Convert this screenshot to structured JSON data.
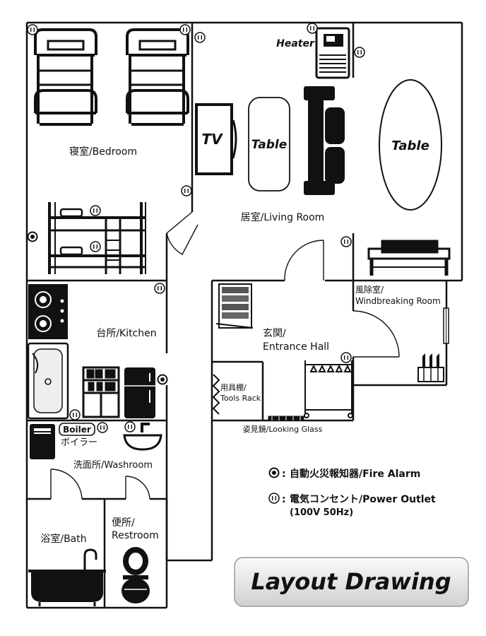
{
  "rooms": {
    "bedroom": "寝室/Bedroom",
    "living_room": "居室/Living Room",
    "kitchen": "台所/Kitchen",
    "entrance_hall_line1": "玄関/",
    "entrance_hall_line2": "Entrance Hall",
    "windbreaking_line1": "風除室/",
    "windbreaking_line2": "Windbreaking Room",
    "tools_rack_line1": "用具棚/",
    "tools_rack_line2": "Tools Rack",
    "looking_glass": "姿見鏡/Looking Glass",
    "washroom": "洗面所/Washroom",
    "bath": "浴室/Bath",
    "restroom_line1": "便所/",
    "restroom_line2": "Restroom"
  },
  "furniture": {
    "heater": "Heater",
    "tv": "TV",
    "table_small": "Table",
    "table_oval": "Table",
    "boiler_tag": "Boiler",
    "boiler_jp": "ボイラー"
  },
  "legend": {
    "fire_alarm": "自動火災報知器/Fire Alarm",
    "power_outlet_line1": "電気コンセント/Power Outlet",
    "power_outlet_line2": "(100V 50Hz)",
    "colon": ":"
  },
  "title": "Layout Drawing",
  "icons": {
    "fire_alarm": "fire-alarm-icon",
    "power_outlet": "power-outlet-icon"
  },
  "colors": {
    "line": "#111111",
    "background": "#ffffff",
    "title_box_top": "#f7f7f7",
    "title_box_bottom": "#d4d4d4"
  }
}
